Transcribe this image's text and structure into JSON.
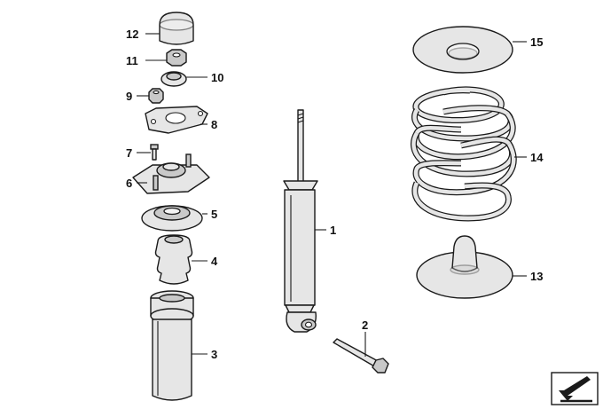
{
  "diagram": {
    "callouts": [
      {
        "id": "c1",
        "label": "1"
      },
      {
        "id": "c2",
        "label": "2"
      },
      {
        "id": "c3",
        "label": "3"
      },
      {
        "id": "c4",
        "label": "4"
      },
      {
        "id": "c5",
        "label": "5"
      },
      {
        "id": "c6",
        "label": "6"
      },
      {
        "id": "c7",
        "label": "7"
      },
      {
        "id": "c8",
        "label": "8"
      },
      {
        "id": "c9",
        "label": "9"
      },
      {
        "id": "c10",
        "label": "10"
      },
      {
        "id": "c11",
        "label": "11"
      },
      {
        "id": "c12",
        "label": "12"
      },
      {
        "id": "c13",
        "label": "13"
      },
      {
        "id": "c14",
        "label": "14"
      },
      {
        "id": "c15",
        "label": "15"
      }
    ],
    "nav_icon": "arrow-down-left-icon"
  }
}
